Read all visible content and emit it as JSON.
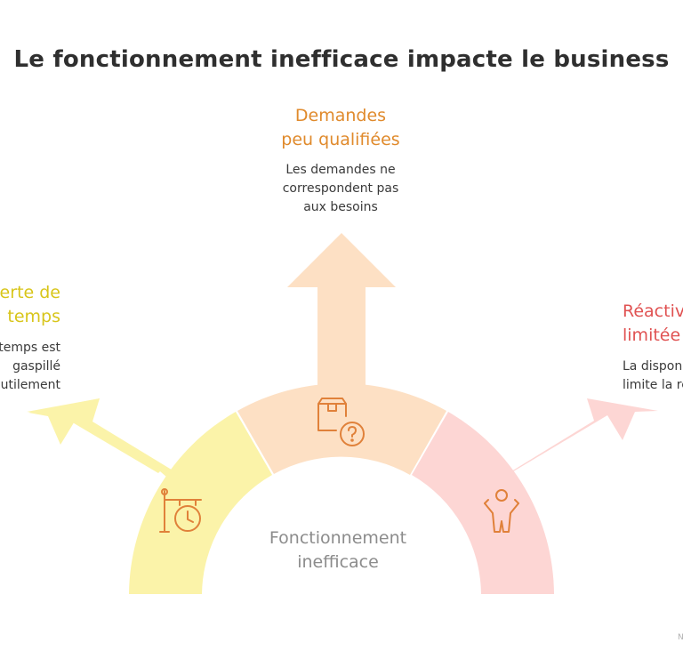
{
  "title": "Le fonctionnement inefficace impacte le business",
  "hub": {
    "line1": "Fonctionnement",
    "line2": "inefficace"
  },
  "branches": [
    {
      "heading1": "Perte de",
      "heading2": "temps",
      "body1": "Le temps est",
      "body2": "gaspillé",
      "body3": "inutilement",
      "color": "#d8c51a",
      "fill": "#fbf3a9",
      "icon": "clock-sign-icon"
    },
    {
      "heading1": "Demandes",
      "heading2": "peu qualifiées",
      "body1": "Les demandes ne",
      "body2": "correspondent pas",
      "body3": "aux besoins",
      "color": "#e08a2c",
      "fill": "#fde0c4",
      "icon": "box-question-icon"
    },
    {
      "heading1": "Réactivité",
      "heading2": "limitée",
      "body1": "La disponibilité",
      "body2": "limite la réactivité",
      "color": "#e05252",
      "fill": "#fdd6d4",
      "icon": "person-arms-up-icon"
    }
  ],
  "icon_color": "#e0813a",
  "watermark": "N"
}
